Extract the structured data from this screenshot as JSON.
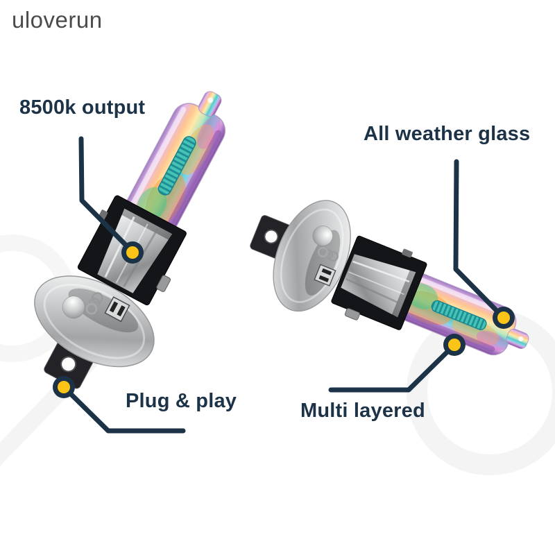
{
  "watermark": {
    "text": "uloverun"
  },
  "image_alt": "Two H1 halogen headlight bulbs with iridescent rainbow multi-layer coating, shown angled with annotation callouts",
  "callouts": {
    "output": {
      "label": "8500k output"
    },
    "weather": {
      "label": "All weather glass"
    },
    "plug": {
      "label": "Plug & play"
    },
    "layered": {
      "label": "Multi layered"
    }
  },
  "colors": {
    "label_navy": "#1c3247",
    "dot_yellow": "#fcc416",
    "watermark_gray": "#4b4b4e",
    "background": "#ffffff"
  }
}
